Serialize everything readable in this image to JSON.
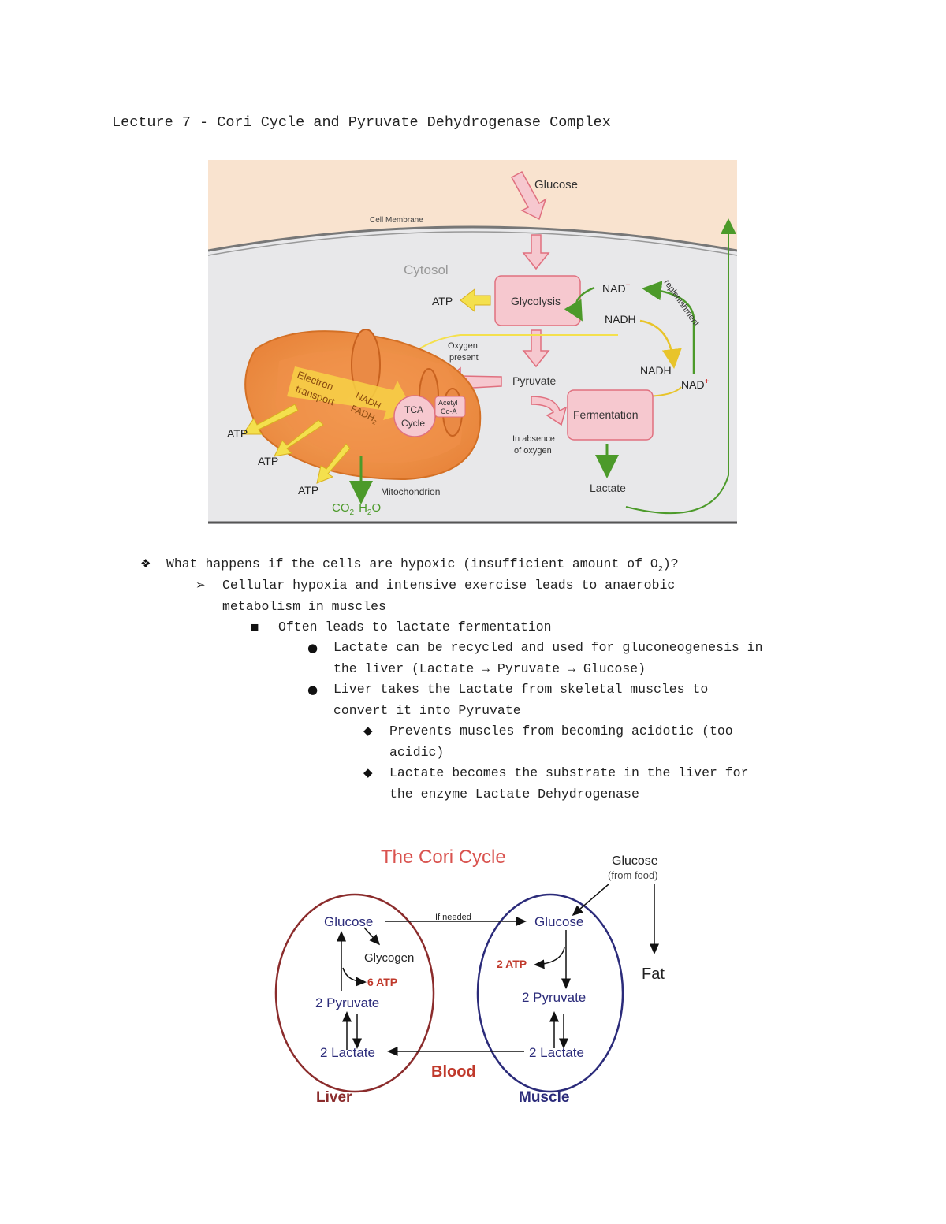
{
  "page": {
    "title": "Lecture 7 - Cori Cycle and Pyruvate Dehydrogenase Complex"
  },
  "figure1": {
    "glucose": "Glucose",
    "cell_membrane": "Cell Membrane",
    "cytosol": "Cytosol",
    "glycolysis": "Glycolysis",
    "atp": "ATP",
    "nad_plus": "NAD",
    "plus_sign": "+",
    "nadh": "NADH",
    "replenishment": "replenishment",
    "oxygen_present_1": "Oxygen",
    "oxygen_present_2": "present",
    "pyruvate": "Pyruvate",
    "fermentation": "Fermentation",
    "absence_1": "In absence",
    "absence_2": "of oxygen",
    "lactate": "Lactate",
    "electron_1": "Electron",
    "electron_2": "transport",
    "nadh_fadh_1": "NADH",
    "nadh_fadh_2": "FADH",
    "sub_2": "2",
    "tca_1": "TCA",
    "tca_2": "Cycle",
    "acetyl_1": "Acetyl",
    "acetyl_2": "Co-A",
    "mitochondrion": "Mitochondrion",
    "co2": "CO",
    "h2o_h": "H",
    "h2o_o": "O"
  },
  "notes": {
    "q1_pre": "What happens if the cells are hypoxic (insufficient amount of O",
    "q1_sub": "2",
    "q1_post": ")?",
    "a1_line1": "Cellular hypoxia and intensive exercise leads to anaerobic",
    "a1_line2": "metabolism in muscles",
    "b1": "Often leads to lactate fermentation",
    "c1_line1": "Lactate can be recycled and used for gluconeogenesis in",
    "c1_line2": "the liver (Lactate → Pyruvate → Glucose)",
    "c2_line1": "Liver takes the Lactate from skeletal muscles to",
    "c2_line2": "convert it into Pyruvate",
    "d1_line1": "Prevents muscles from becoming acidotic (too",
    "d1_line2": "acidic)",
    "d2_line1": "Lactate becomes the substrate in the liver for",
    "d2_line2": "the enzyme Lactate Dehydrogenase"
  },
  "figure2": {
    "title": "The Cori Cycle",
    "glucose_food_1": "Glucose",
    "glucose_food_2": "(from food)",
    "fat": "Fat",
    "liver_glucose": "Glucose",
    "glycogen": "Glycogen",
    "six_atp": "6 ATP",
    "liver_pyruvate": "2 Pyruvate",
    "liver_lactate": "2 Lactate",
    "if_needed": "If needed",
    "muscle_glucose": "Glucose",
    "two_atp": "2 ATP",
    "muscle_pyruvate": "2 Pyruvate",
    "muscle_lactate": "2 Lactate",
    "blood": "Blood",
    "liver": "Liver",
    "muscle": "Muscle"
  },
  "colors": {
    "liver_circle": "#8b2c2c",
    "muscle_circle": "#2b2b7a",
    "cori_red": "#c0392b",
    "cori_title": "#d9534f",
    "cytosol_bg": "#e8e8ea",
    "outside_bg": "#f9e3cf",
    "pink_box": "#f6c8cf",
    "green_arrow": "#4c9a2a",
    "yellow_arrow": "#f4e04d"
  }
}
